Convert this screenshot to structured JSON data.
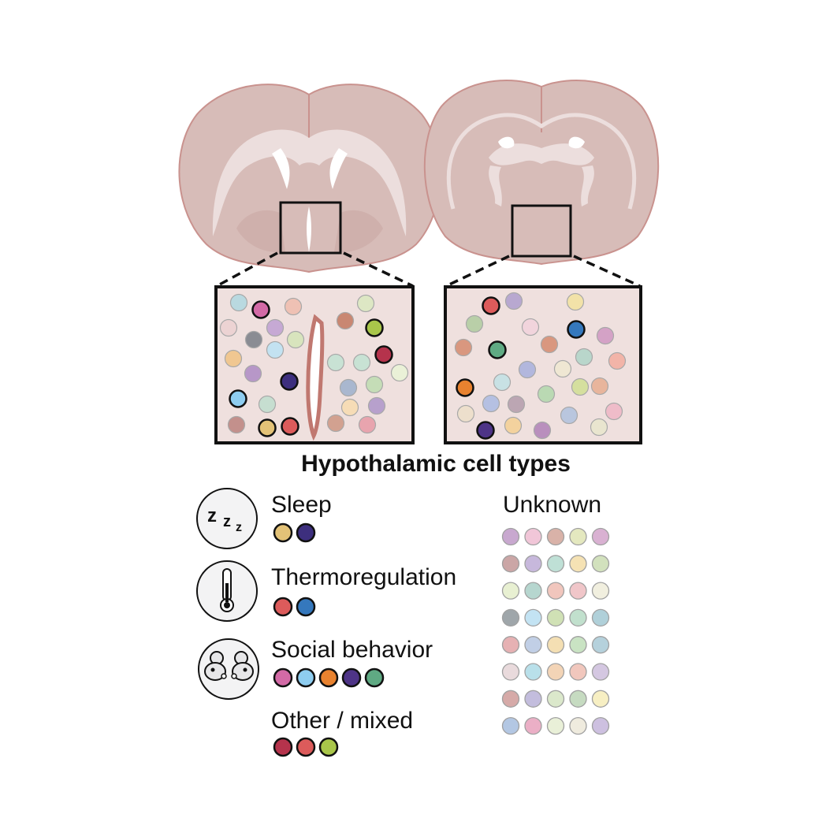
{
  "title": "Hypothalamic cell types",
  "legend": {
    "categories": [
      {
        "label": "Sleep",
        "icon": "sleep-zzz-icon",
        "colors": [
          "#e3c277",
          "#3d2f7e"
        ]
      },
      {
        "label": "Thermoregulation",
        "icon": "thermometer-icon",
        "colors": [
          "#dc5b5b",
          "#3578bd"
        ]
      },
      {
        "label": "Social behavior",
        "icon": "two-mice-icon",
        "colors": [
          "#d36aa6",
          "#8ecdf0",
          "#e8822f",
          "#4e3487",
          "#5faa83"
        ]
      },
      {
        "label": "Other / mixed",
        "icon": "",
        "colors": [
          "#b5334c",
          "#dc5b5b",
          "#a9c64a"
        ]
      }
    ],
    "unknown": {
      "label": "Unknown",
      "colors": [
        "#c8a8cf",
        "#f1c6d8",
        "#d9b2a8",
        "#e4e8bf",
        "#d9b1d2",
        "#cba6a6",
        "#c7b8dc",
        "#bfe0d6",
        "#f5e2b4",
        "#d2e1bd",
        "#e8f0d2",
        "#b6d6cf",
        "#f1c6bd",
        "#f0c6c9",
        "#f1efdf",
        "#9fa6aa",
        "#c3e3f3",
        "#d0e1b5",
        "#c1e0cd",
        "#b0d0d9",
        "#e6b1b3",
        "#c1cfe6",
        "#f4dfb3",
        "#c9e3c3",
        "#b5d1dc",
        "#e9dadc",
        "#b9e0ea",
        "#f3d4b6",
        "#f1c7bd",
        "#d4c7e1",
        "#d6aaa8",
        "#c3bddd",
        "#dbe8cb",
        "#c6dbc1",
        "#f7efc3",
        "#b3c7e3",
        "#ebafc6",
        "#e9f0d8",
        "#efebde",
        "#cdc0e0"
      ]
    }
  },
  "brain_colors": {
    "tissue": "#d7bcb8",
    "tissue_outline": "#c9928e",
    "white_matter": "#ecdedd",
    "panel_fill": "#efe0de",
    "ventricle_wall": "#c07870"
  },
  "panels": [
    {
      "cells": [
        {
          "c": "#b9d9e0",
          "o": "#999"
        },
        {
          "c": "#d36aa6",
          "o": "#111"
        },
        {
          "c": "#efc1b4",
          "o": "#999"
        },
        {
          "c": "#dde7c4",
          "o": "#999"
        },
        {
          "c": "#ecd3d3",
          "o": "#999"
        },
        {
          "c": "#c6a9d4",
          "o": "#999"
        },
        {
          "c": "#c98772",
          "o": "#999"
        },
        {
          "c": "#a9c64a",
          "o": "#111"
        },
        {
          "c": "#8a8c93",
          "o": "#999"
        },
        {
          "c": "#c3e2f1",
          "o": "#999"
        },
        {
          "c": "#d8e4bd",
          "o": "#999"
        },
        {
          "c": "#b5334c",
          "o": "#111"
        },
        {
          "c": "#f0c791",
          "o": "#999"
        },
        {
          "c": "#c8e2d4",
          "o": "#999"
        },
        {
          "c": "#c8e2d4",
          "o": "#999"
        },
        {
          "c": "#eaf1d7",
          "o": "#999"
        },
        {
          "c": "#b797c8",
          "o": "#999"
        },
        {
          "c": "#3d2f7e",
          "o": "#111"
        },
        {
          "c": "#a9b7cf",
          "o": "#999"
        },
        {
          "c": "#c5ddb7",
          "o": "#999"
        },
        {
          "c": "#8ecdf0",
          "o": "#111"
        },
        {
          "c": "#c6ded0",
          "o": "#999"
        },
        {
          "c": "#f6dcb6",
          "o": "#999"
        },
        {
          "c": "#b7a0cc",
          "o": "#999"
        },
        {
          "c": "#c3908c",
          "o": "#999"
        },
        {
          "c": "#e3c277",
          "o": "#111"
        },
        {
          "c": "#dc5b5b",
          "o": "#111"
        },
        {
          "c": "#d2a190",
          "o": "#999"
        },
        {
          "c": "#e8a4ae",
          "o": "#999"
        }
      ]
    },
    {
      "cells": [
        {
          "c": "#dc5b5b",
          "o": "#111"
        },
        {
          "c": "#b8a8d0",
          "o": "#999"
        },
        {
          "c": "#f2e2a8",
          "o": "#999"
        },
        {
          "c": "#b9cfa8",
          "o": "#999"
        },
        {
          "c": "#f1d4dc",
          "o": "#999"
        },
        {
          "c": "#3578bd",
          "o": "#111"
        },
        {
          "c": "#d4a2c6",
          "o": "#999"
        },
        {
          "c": "#d9977f",
          "o": "#999"
        },
        {
          "c": "#5faa83",
          "o": "#111"
        },
        {
          "c": "#d9977f",
          "o": "#999"
        },
        {
          "c": "#b9d6cb",
          "o": "#999"
        },
        {
          "c": "#f2b4a8",
          "o": "#999"
        },
        {
          "c": "#b2b7dd",
          "o": "#999"
        },
        {
          "c": "#efe7d3",
          "o": "#999"
        },
        {
          "c": "#e8822f",
          "o": "#111"
        },
        {
          "c": "#c8e1e4",
          "o": "#999"
        },
        {
          "c": "#bad9b3",
          "o": "#999"
        },
        {
          "c": "#d5df9e",
          "o": "#999"
        },
        {
          "c": "#e8b59c",
          "o": "#999"
        },
        {
          "c": "#eddfcc",
          "o": "#999"
        },
        {
          "c": "#b5c0e2",
          "o": "#999"
        },
        {
          "c": "#bca6b3",
          "o": "#999"
        },
        {
          "c": "#b9c6de",
          "o": "#999"
        },
        {
          "c": "#efbcc9",
          "o": "#999"
        },
        {
          "c": "#4e3487",
          "o": "#111"
        },
        {
          "c": "#f3d29e",
          "o": "#999"
        },
        {
          "c": "#b98fbd",
          "o": "#999"
        },
        {
          "c": "#e9e5cf",
          "o": "#999"
        }
      ]
    }
  ]
}
